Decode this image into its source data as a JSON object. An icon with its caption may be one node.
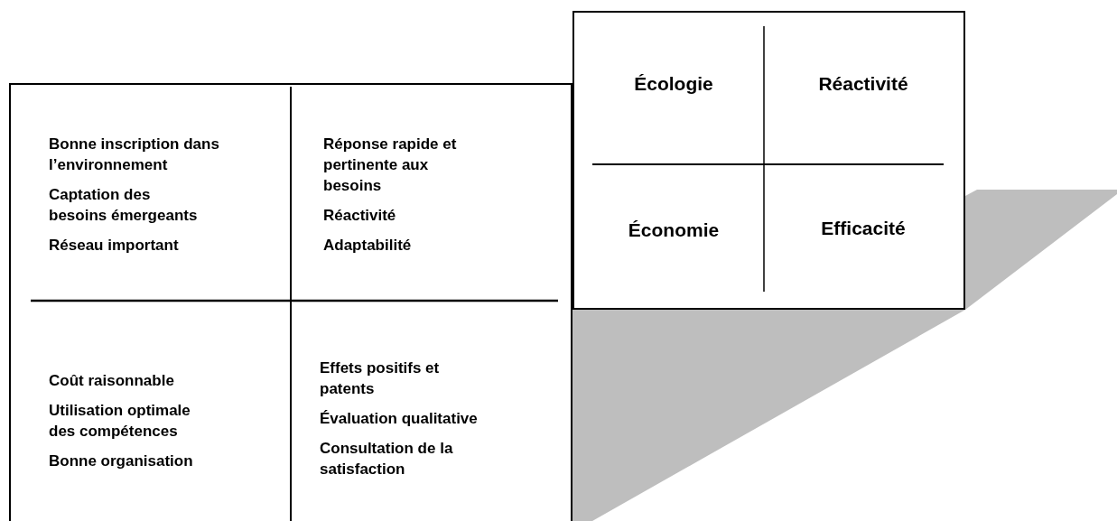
{
  "diagram": {
    "nodes": [
      {
        "text": [],
        "shape": "box"
      },
      {
        "text": [
          "Bonne inscription dans l’environnement",
          "Captation des besoins émergeants",
          "Réseau important"
        ],
        "in": 0
      },
      {
        "text": [
          "Réponse rapide et pertinente aux besoins",
          "Réactivité",
          "Adaptabilité"
        ],
        "in": 0
      },
      {
        "text": [
          "Coût raisonnable",
          "Utilisation optimale des compétences",
          "Bonne organisation"
        ],
        "in": 0
      },
      {
        "text": [
          "Effets positifs et patents",
          "Évaluation qualitative",
          "Consultation de la satisfaction"
        ],
        "in": 0
      },
      {
        "text": [],
        "shape": "box"
      },
      {
        "text": [
          "Écologie"
        ],
        "in": 5
      },
      {
        "text": [
          "Réactivité"
        ],
        "in": 5
      },
      {
        "text": [
          "Économie"
        ],
        "in": 5
      },
      {
        "text": [
          "Efficacité"
        ],
        "in": 5
      }
    ]
  }
}
